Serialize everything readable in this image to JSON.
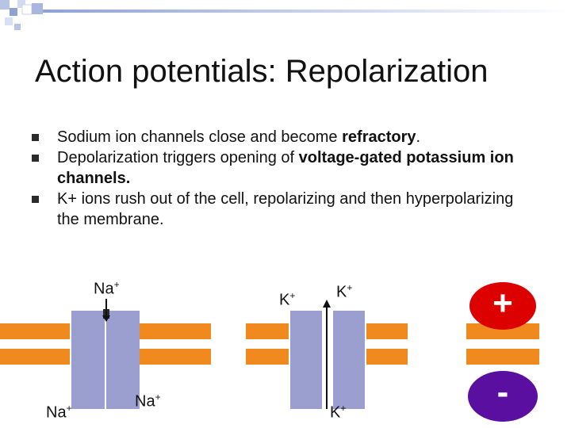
{
  "slide": {
    "title": "Action potentials: Repolarization",
    "bullets": [
      {
        "parts": [
          "Sodium ion channels close and become ",
          "refractory",
          "."
        ]
      },
      {
        "parts": [
          "Depolarization triggers opening of ",
          "voltage-gated potassium ion channels.",
          ""
        ]
      },
      {
        "parts": [
          "K+ ions rush out of the cell, repolarizing and then hyperpolarizing the membrane.",
          "",
          ""
        ]
      }
    ]
  },
  "diagram": {
    "na_channel": {
      "label_top": {
        "base": "Na",
        "sup": "+"
      },
      "label_left": {
        "base": "Na",
        "sup": "+"
      },
      "label_bottom": {
        "base": "Na",
        "sup": "+"
      }
    },
    "k_channel": {
      "label_top_left": {
        "base": "K",
        "sup": "+"
      },
      "label_top_right": {
        "base": "K",
        "sup": "+"
      },
      "label_bottom": {
        "base": "K",
        "sup": "+"
      }
    },
    "charge": {
      "top_sign": "+",
      "bottom_sign": "-"
    }
  },
  "colors": {
    "membrane": "#f08a1e",
    "channel": "#9b9fcf",
    "charge_top": "#dd0000",
    "charge_bottom": "#5a0fa0",
    "deco_blue": "#b8c4e4"
  }
}
